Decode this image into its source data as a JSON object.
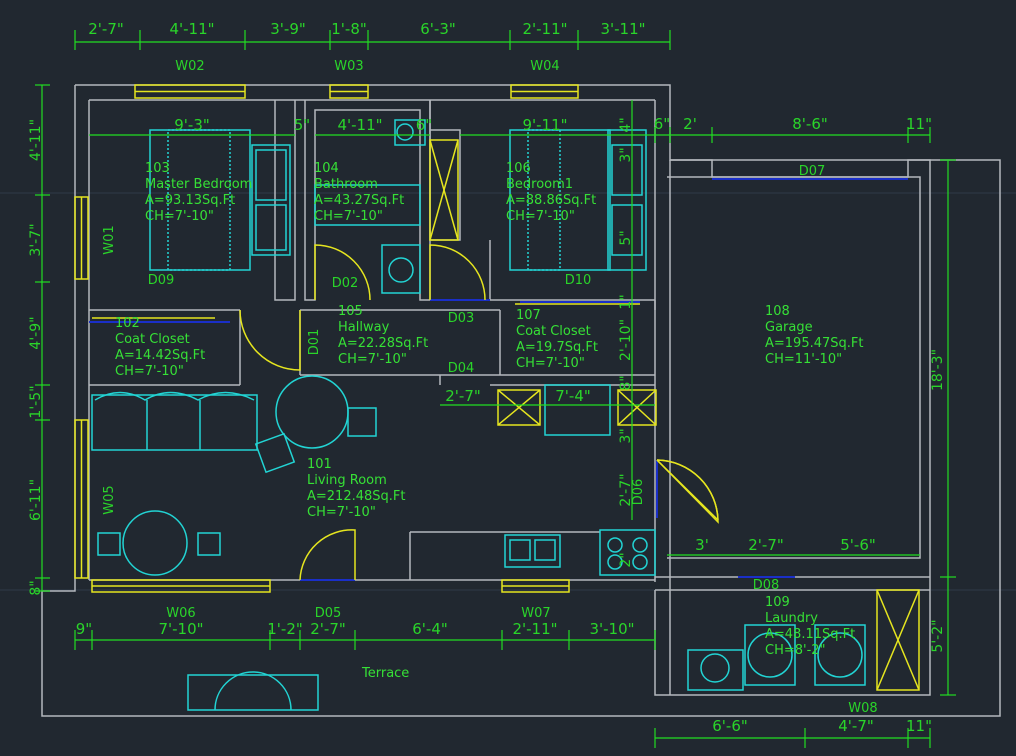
{
  "colors": {
    "background": "#212830",
    "walls": "#b4b8bd",
    "dimensions": "#22dd22",
    "furniture": "#22d4d4",
    "windows_doors": "#e5e51f",
    "openings": "#1a2fc8"
  },
  "dims": {
    "top": [
      "2'-7\"",
      "4'-11\"",
      "3'-9\"",
      "1'-8\"",
      "6'-3\"",
      "2'-11\"",
      "3'-11\""
    ],
    "left": [
      "4'-11\"",
      "3'-7\"",
      "4'-9\"",
      "1'-5\"",
      "6'-11\"",
      "8\""
    ],
    "bottom": [
      "9\"",
      "7'-10\"",
      "1'-2\"",
      "2'-7\"",
      "6'-4\"",
      "2'-11\"",
      "3'-10\""
    ],
    "bottom_right": [
      "6'-6\"",
      "4'-7\"",
      "11\""
    ],
    "right": [
      "18'-3\"",
      "5'-2\""
    ],
    "garage_top": [
      "6\"",
      "2'",
      "8'-6\"",
      "11\""
    ],
    "interior": {
      "master_width": "9'-3\"",
      "master_5": "5\"",
      "bath_width": "4'-11\"",
      "bath_6": "6\"",
      "bed1_width": "9'-11\"",
      "bed1_4": "4\"",
      "bed1_3": "3\"",
      "bed1_5": "5\"",
      "hall_10": "2'-10\"",
      "hall_1": "1\"",
      "hall_8": "8\"",
      "hall_3": "3\"",
      "d04_width": "2'-7\"",
      "kitchen_width": "7'-4\"",
      "garage_3": "3'",
      "garage_27": "2'-7\"",
      "garage_56": "5'-6\"",
      "d06_27": "2'-7\"",
      "d06_2": "2\""
    }
  },
  "windows": [
    "W01",
    "W02",
    "W03",
    "W04",
    "W05",
    "W06",
    "W07",
    "W08"
  ],
  "doors": [
    "D01",
    "D02",
    "D03",
    "D04",
    "D05",
    "D06",
    "D07",
    "D08",
    "D09",
    "D10"
  ],
  "rooms": [
    {
      "num": "103",
      "name": "Master Bedroom",
      "area": "A=93.13Sq.Ft",
      "ch": "CH=7'-10\""
    },
    {
      "num": "104",
      "name": "Bathroom",
      "area": "A=43.27Sq.Ft",
      "ch": "CH=7'-10\""
    },
    {
      "num": "106",
      "name": "Bedroom1",
      "area": "A=88.86Sq.Ft",
      "ch": "CH=7'-10\""
    },
    {
      "num": "102",
      "name": "Coat Closet",
      "area": "A=14.42Sq.Ft",
      "ch": "CH=7'-10\""
    },
    {
      "num": "105",
      "name": "Hallway",
      "area": "A=22.28Sq.Ft",
      "ch": "CH=7'-10\""
    },
    {
      "num": "107",
      "name": "Coat Closet",
      "area": "A=19.7Sq.Ft",
      "ch": "CH=7'-10\""
    },
    {
      "num": "108",
      "name": "Garage",
      "area": "A=195.47Sq.Ft",
      "ch": "CH=11'-10\""
    },
    {
      "num": "101",
      "name": "Living Room",
      "area": "A=212.48Sq.Ft",
      "ch": "CH=7'-10\""
    },
    {
      "num": "109",
      "name": "Laundry",
      "area": "A=48.11Sq.Ft",
      "ch": "CH=8'-2\""
    }
  ],
  "terrace": "Terrace"
}
